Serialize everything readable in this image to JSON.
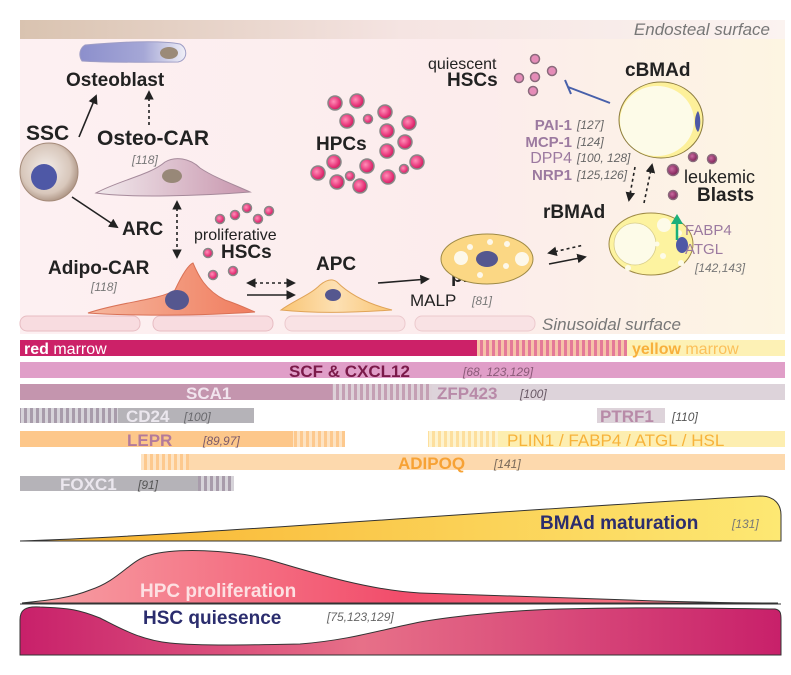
{
  "surfaces": {
    "endosteal": "Endosteal surface",
    "sinusoidal": "Sinusoidal surface"
  },
  "cells": {
    "osteoblast": "Osteoblast",
    "ssc": "SSC",
    "osteo_car": "Osteo-CAR",
    "osteo_car_ref": "[118]",
    "arc": "ARC",
    "adipo_car": "Adipo-CAR",
    "adipo_car_ref": "[118]",
    "proliferative": "proliferative",
    "hscs_prolif": "HSCs",
    "hpcs": "HPCs",
    "apc": "APC",
    "malp": "MALP",
    "malp_ref": "[81]",
    "pread": "preAd",
    "rbmad": "rBMAd",
    "cbmad": "cBMAd",
    "quiescent": "quiescent",
    "hscs_quiescent": "HSCs",
    "leukemic": "leukemic",
    "blasts": "Blasts"
  },
  "cbmad_factors": [
    {
      "name": "PAI-1",
      "ref": "[127]",
      "bold": true
    },
    {
      "name": "MCP-1",
      "ref": "[124]",
      "bold": true
    },
    {
      "name": "DPP4",
      "ref": "[100, 128]",
      "bold": false
    },
    {
      "name": "NRP1",
      "ref": "[125,126]",
      "bold": true
    }
  ],
  "rbmad_factors": {
    "line1": "FABP4",
    "line2": "ATGL",
    "ref": "[142,143]"
  },
  "marker_bands": {
    "marrow": {
      "red_bold": "red",
      "red_rest": " marrow",
      "yellow_bold": "yellow",
      "yellow_rest": " marrow"
    },
    "scf": {
      "label": "SCF & CXCL12",
      "ref": "[68, 123,129]"
    },
    "sca1": {
      "label": "SCA1"
    },
    "zfp423": {
      "label": "ZFP423",
      "ref": "[100]"
    },
    "cd24": {
      "label": "CD24",
      "ref": "[100]"
    },
    "ptrf1": {
      "label": "PTRF1",
      "ref": "[110]"
    },
    "lepr": {
      "label": "LEPR",
      "ref": "[89,97]"
    },
    "plin1": {
      "label": "PLIN1 / FABP4 / ATGL / HSL"
    },
    "adipoq": {
      "label": "ADIPOQ",
      "ref": "[141]"
    },
    "foxc1": {
      "label": "FOXC1",
      "ref": "[91]"
    }
  },
  "gradients": {
    "bmad": {
      "label": "BMAd maturation",
      "ref": "[131]"
    },
    "hpc": {
      "label": "HPC proliferation"
    },
    "hsc": {
      "label": "HSC quiesence",
      "ref": "[75,123,129]"
    }
  },
  "colors": {
    "red_marrow": "#cc2168",
    "yellow_marrow": "#fde89a",
    "scf_band": "#e09ec8",
    "sca1_band": "#c495ae",
    "zfp423_band": "#ddd3da",
    "grey_band": "#b5b3b8",
    "lepr_band": "#fdc78a",
    "plin_band": "#fdeeb0",
    "adipoq_band": "#fdd9ad",
    "mauve_text": "#a07898",
    "orange_text": "#f7a235",
    "navy_text": "#2b2d6e"
  }
}
